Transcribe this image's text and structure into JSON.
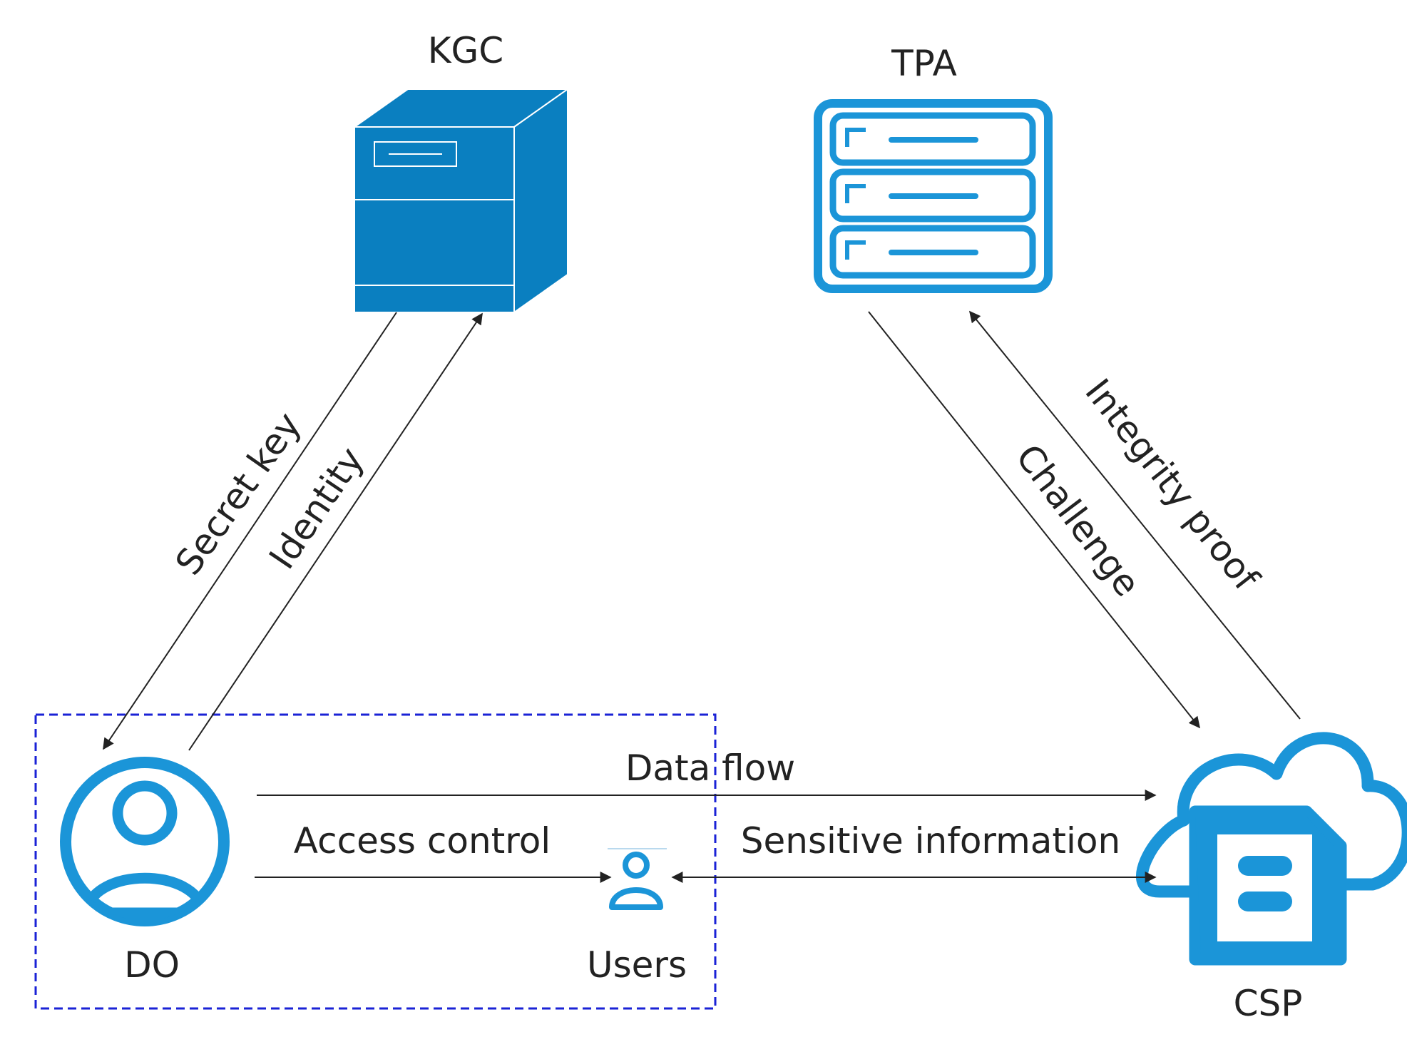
{
  "nodes": {
    "kgc": {
      "label": "KGC"
    },
    "tpa": {
      "label": "TPA"
    },
    "do": {
      "label": "DO"
    },
    "users": {
      "label": "Users"
    },
    "csp": {
      "label": "CSP"
    }
  },
  "edges": {
    "secret_key": "Secret key",
    "identity": "Identity",
    "challenge": "Challenge",
    "integrity_proof": "Integrity proof",
    "data_flow": "Data flow",
    "access_control": "Access control",
    "sensitive_information": "Sensitive information"
  },
  "colors": {
    "server_blue": "#0a7fc0",
    "icon_blue": "#1b95d8",
    "group_border": "#1a22d6",
    "arrow": "#222222"
  },
  "icons": {
    "kgc": "server-box-icon",
    "tpa": "server-rack-icon",
    "do": "user-circle-icon",
    "users": "user-icon",
    "csp": "cloud-document-icon"
  }
}
